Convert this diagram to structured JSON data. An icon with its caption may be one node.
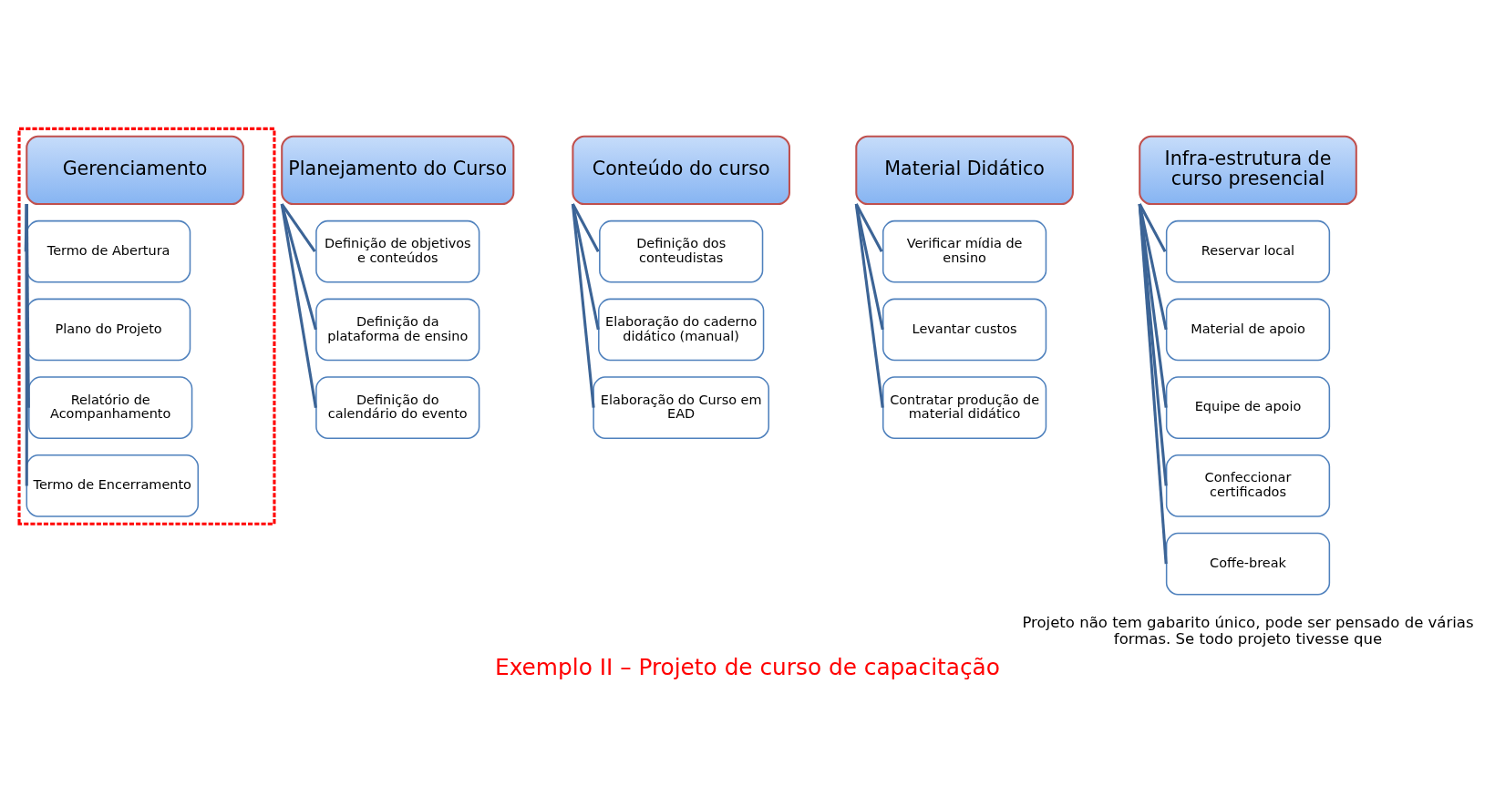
{
  "diagram": {
    "caption": "Exemplo II – Projeto de curso de capacitação",
    "nodes": [
      {
        "text": [],
        "shape": "box"
      },
      {
        "text": [
          "Gerenciamento"
        ],
        "in": 0
      },
      {
        "text": [
          "Termo de Abertura"
        ],
        "in": 0
      },
      {
        "text": [
          "Plano do Projeto"
        ],
        "in": 0
      },
      {
        "text": [
          "Relatório de Acompanhamento"
        ],
        "in": 0
      },
      {
        "text": [
          "Termo de Encerramento"
        ],
        "in": 0
      },
      {
        "text": [
          "Planejamento do Curso"
        ]
      },
      {
        "text": [
          "Definição de objetivos e conteúdos"
        ]
      },
      {
        "text": [
          "Definição da plataforma de ensino"
        ]
      },
      {
        "text": [
          "Definição do calendário do evento"
        ]
      },
      {
        "text": [
          "Conteúdo do curso"
        ]
      },
      {
        "text": [
          "Definição dos conteudistas"
        ]
      },
      {
        "text": [
          "Elaboração do caderno didático (manual)"
        ]
      },
      {
        "text": [
          "Elaboração do Curso em EAD"
        ]
      },
      {
        "text": [
          "Material Didático"
        ]
      },
      {
        "text": [
          "Verificar mídia de ensino"
        ]
      },
      {
        "text": [
          "Levantar custos"
        ]
      },
      {
        "text": [
          "Contratar produção de material didático"
        ]
      },
      {
        "text": [
          "Infra-estrutura de curso presencial"
        ]
      },
      {
        "text": [
          "Reservar local"
        ]
      },
      {
        "text": [
          "Material de apoio"
        ]
      },
      {
        "text": [
          "Equipe de apoio"
        ]
      },
      {
        "text": [
          "Confeccionar certificados"
        ]
      },
      {
        "text": [
          "Coffe-break"
        ]
      }
    ],
    "edges": [
      {
        "from": 1,
        "to": 2,
        "arrow": "none"
      },
      {
        "from": 1,
        "to": 3,
        "arrow": "none"
      },
      {
        "from": 1,
        "to": 4,
        "arrow": "none"
      },
      {
        "from": 1,
        "to": 5,
        "arrow": "none"
      },
      {
        "from": 6,
        "to": 7,
        "arrow": "none"
      },
      {
        "from": 6,
        "to": 8,
        "arrow": "none"
      },
      {
        "from": 6,
        "to": 9,
        "arrow": "none"
      },
      {
        "from": 10,
        "to": 11,
        "arrow": "none"
      },
      {
        "from": 10,
        "to": 12,
        "arrow": "none"
      },
      {
        "from": 10,
        "to": 13,
        "arrow": "none"
      },
      {
        "from": 14,
        "to": 15,
        "arrow": "none"
      },
      {
        "from": 14,
        "to": 16,
        "arrow": "none"
      },
      {
        "from": 14,
        "to": 17,
        "arrow": "none"
      },
      {
        "from": 18,
        "to": 19,
        "arrow": "none"
      },
      {
        "from": 18,
        "to": 20,
        "arrow": "none"
      },
      {
        "from": 18,
        "to": 21,
        "arrow": "none"
      },
      {
        "from": 18,
        "to": 22,
        "arrow": "none"
      },
      {
        "from": 18,
        "to": 23,
        "arrow": "none"
      }
    ],
    "labels": [
      "Projeto não tem gabarito único, pode ser pensado de várias formas. Se todo projeto tivesse que"
    ]
  }
}
